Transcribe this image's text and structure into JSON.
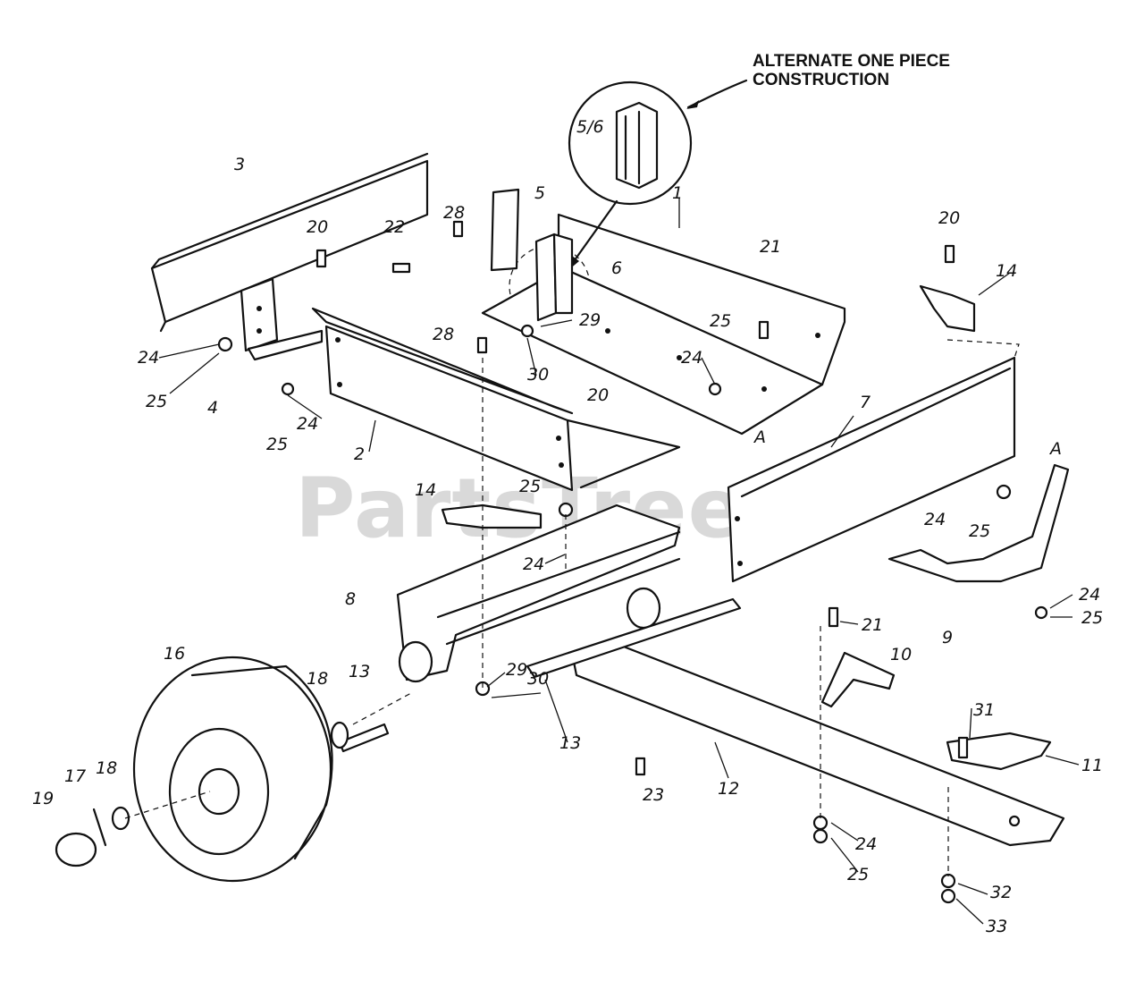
{
  "watermark": "PartsTree",
  "callout": {
    "line1": "ALTERNATE ONE PIECE",
    "line2": "CONSTRUCTION",
    "detail_label": "5/6"
  },
  "part_labels": [
    {
      "id": "1",
      "text": "1"
    },
    {
      "id": "2",
      "text": "2"
    },
    {
      "id": "3",
      "text": "3"
    },
    {
      "id": "4",
      "text": "4"
    },
    {
      "id": "5",
      "text": "5"
    },
    {
      "id": "6",
      "text": "6"
    },
    {
      "id": "7",
      "text": "7"
    },
    {
      "id": "8",
      "text": "8"
    },
    {
      "id": "9",
      "text": "9"
    },
    {
      "id": "10",
      "text": "10"
    },
    {
      "id": "11",
      "text": "11"
    },
    {
      "id": "12",
      "text": "12"
    },
    {
      "id": "13a",
      "text": "13"
    },
    {
      "id": "13b",
      "text": "13"
    },
    {
      "id": "14a",
      "text": "14"
    },
    {
      "id": "14b",
      "text": "14"
    },
    {
      "id": "16",
      "text": "16"
    },
    {
      "id": "17",
      "text": "17"
    },
    {
      "id": "18a",
      "text": "18"
    },
    {
      "id": "18b",
      "text": "18"
    },
    {
      "id": "19",
      "text": "19"
    },
    {
      "id": "20a",
      "text": "20"
    },
    {
      "id": "20b",
      "text": "20"
    },
    {
      "id": "20c",
      "text": "20"
    },
    {
      "id": "21a",
      "text": "21"
    },
    {
      "id": "21b",
      "text": "21"
    },
    {
      "id": "22",
      "text": "22"
    },
    {
      "id": "23",
      "text": "23"
    },
    {
      "id": "24a",
      "text": "24"
    },
    {
      "id": "24b",
      "text": "24"
    },
    {
      "id": "24c",
      "text": "24"
    },
    {
      "id": "24d",
      "text": "24"
    },
    {
      "id": "24e",
      "text": "24"
    },
    {
      "id": "24f",
      "text": "24"
    },
    {
      "id": "24g",
      "text": "24"
    },
    {
      "id": "25a",
      "text": "25"
    },
    {
      "id": "25b",
      "text": "25"
    },
    {
      "id": "25c",
      "text": "25"
    },
    {
      "id": "25d",
      "text": "25"
    },
    {
      "id": "25e",
      "text": "25"
    },
    {
      "id": "25f",
      "text": "25"
    },
    {
      "id": "25g",
      "text": "25"
    },
    {
      "id": "28a",
      "text": "28"
    },
    {
      "id": "28b",
      "text": "28"
    },
    {
      "id": "29a",
      "text": "29"
    },
    {
      "id": "29b",
      "text": "29"
    },
    {
      "id": "30a",
      "text": "30"
    },
    {
      "id": "30b",
      "text": "30"
    },
    {
      "id": "31",
      "text": "31"
    },
    {
      "id": "32",
      "text": "32"
    },
    {
      "id": "33",
      "text": "33"
    },
    {
      "id": "Aa",
      "text": "A"
    },
    {
      "id": "Ab",
      "text": "A"
    }
  ]
}
